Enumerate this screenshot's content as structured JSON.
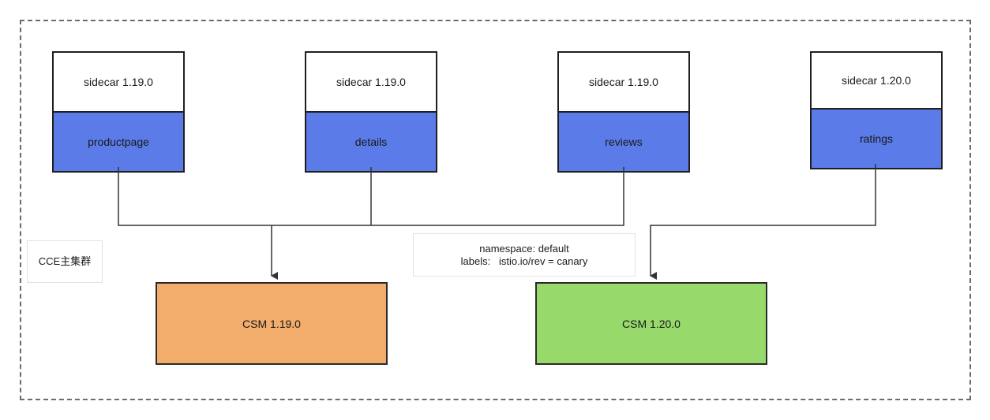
{
  "cluster": {
    "label": "CCE主集群"
  },
  "services": [
    {
      "sidecar": "sidecar 1.19.0",
      "name": "productpage"
    },
    {
      "sidecar": "sidecar 1.19.0",
      "name": "details"
    },
    {
      "sidecar": "sidecar 1.19.0",
      "name": "reviews"
    },
    {
      "sidecar": "sidecar 1.20.0",
      "name": "ratings"
    }
  ],
  "namespace_note": {
    "line1": "namespace: default",
    "line2": "labels:   istio.io/rev = canary"
  },
  "control_planes": [
    {
      "label": "CSM 1.19.0"
    },
    {
      "label": "CSM 1.20.0"
    }
  ],
  "colors": {
    "app_box": "#5b7be8",
    "csm_old": "#f2ac6b",
    "csm_new": "#97d96a",
    "line": "#333333"
  }
}
